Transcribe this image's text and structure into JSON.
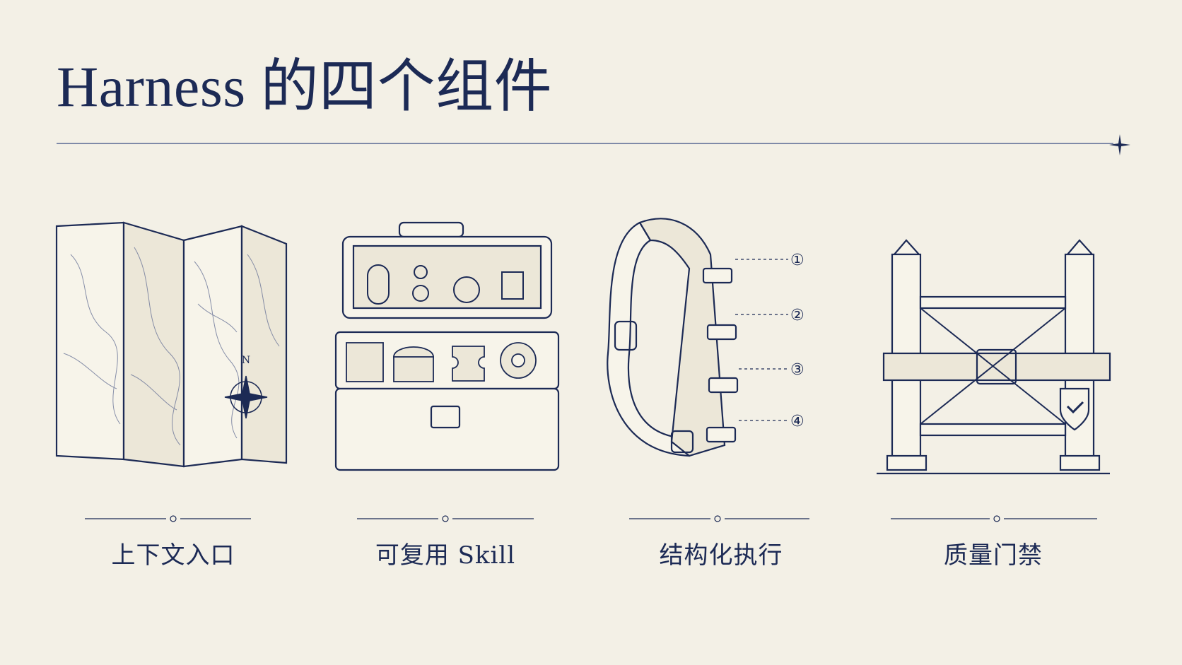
{
  "title": "Harness 的四个组件",
  "components": [
    {
      "label": "上下文入口",
      "icon": "folded-map-icon"
    },
    {
      "label": "可复用 Skill",
      "icon": "toolbox-icon"
    },
    {
      "label": "结构化执行",
      "icon": "harness-belt-icon",
      "markers": [
        "①",
        "②",
        "③",
        "④"
      ]
    },
    {
      "label": "质量门禁",
      "icon": "quality-gate-icon"
    }
  ],
  "map_compass_letter": "N",
  "colors": {
    "ink": "#1c2a55",
    "paper": "#f3f0e6",
    "rule": "#7f8aa8"
  }
}
